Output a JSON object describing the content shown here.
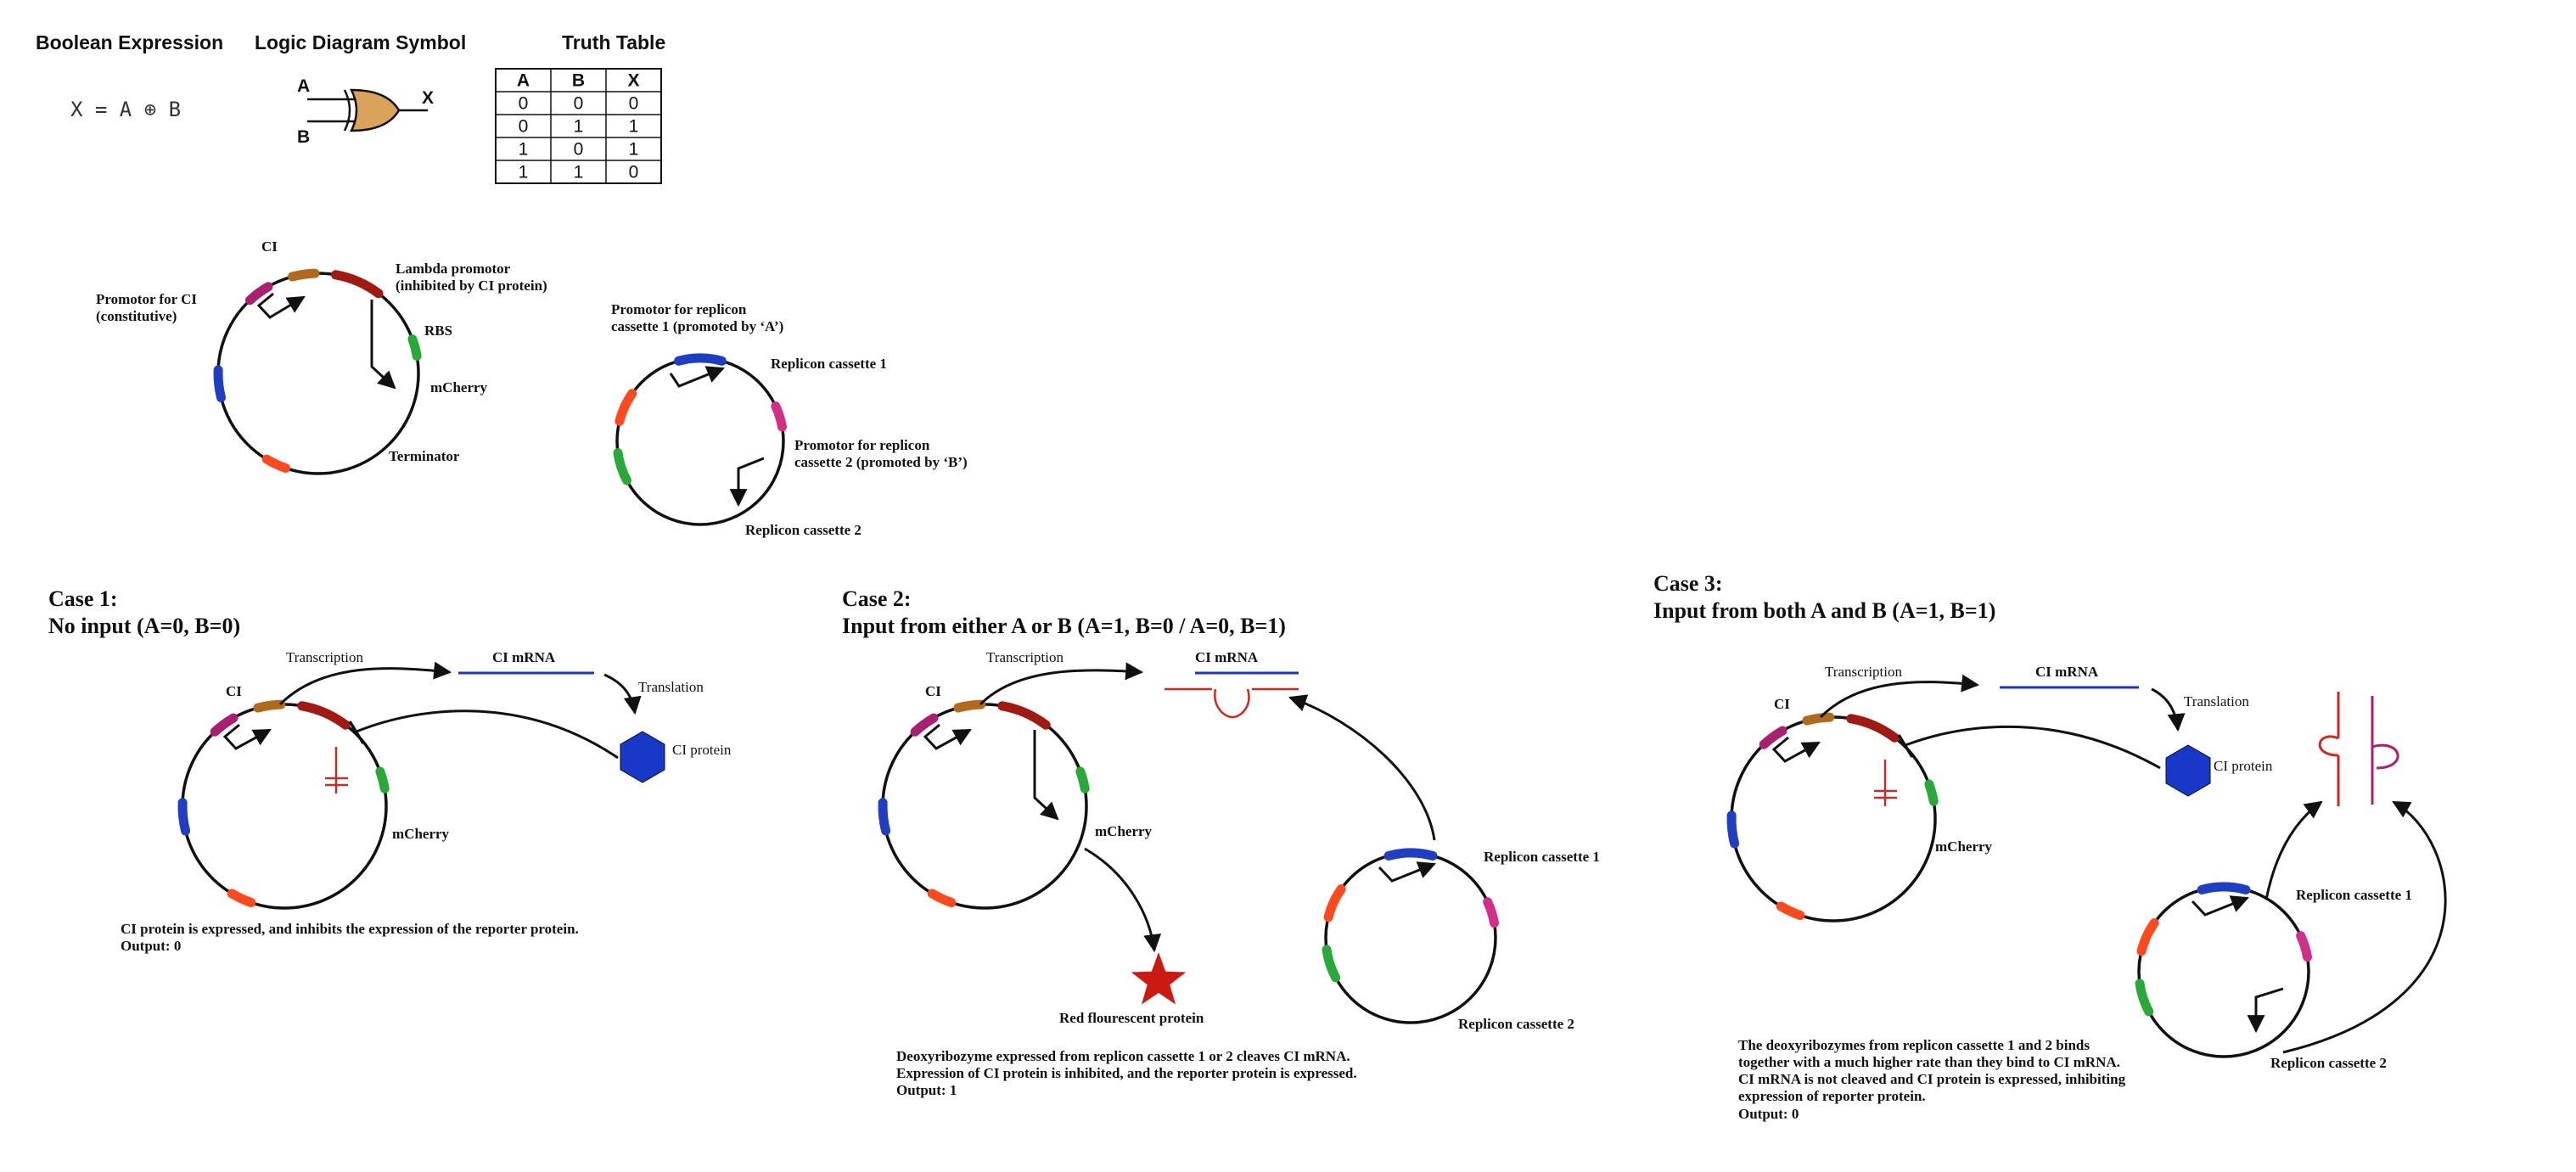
{
  "top": {
    "boolean_title": "Boolean Expression",
    "expression": "X = A ⊕ B",
    "symbol_title": "Logic Diagram Symbol",
    "gate_input_a": "A",
    "gate_input_b": "B",
    "gate_output": "X",
    "truth_title": "Truth Table",
    "truth_headers": [
      "A",
      "B",
      "X"
    ],
    "truth_rows": [
      [
        "0",
        "0",
        "0"
      ],
      [
        "0",
        "1",
        "1"
      ],
      [
        "1",
        "0",
        "1"
      ],
      [
        "1",
        "1",
        "0"
      ]
    ]
  },
  "plasmid1": {
    "ci": "CI",
    "promotor_ci_1": "Promotor for CI",
    "promotor_ci_2": "(constitutive)",
    "lambda_1": "Lambda promotor",
    "lambda_2": "(inhibited by CI protein)",
    "rbs": "RBS",
    "mcherry": "mCherry",
    "terminator": "Terminator"
  },
  "plasmid2": {
    "prom1_1": "Promotor for replicon",
    "prom1_2": "cassette 1 (promoted by ‘A’)",
    "rep1": "Replicon cassette 1",
    "prom2_1": "Promotor for replicon",
    "prom2_2": "cassette 2 (promoted by ‘B’)",
    "rep2": "Replicon cassette 2"
  },
  "case1": {
    "title": "Case 1:",
    "subtitle": "No input (A=0, B=0)",
    "transcription": "Transcription",
    "mrna": "CI mRNA",
    "translation": "Translation",
    "ci": "CI",
    "protein": "CI protein",
    "mcherry": "mCherry",
    "note_1": "CI protein is expressed, and inhibits the expression of the reporter protein.",
    "note_2": "Output: 0"
  },
  "case2": {
    "title": "Case 2:",
    "subtitle": "Input from either A or B (A=1, B=0 / A=0, B=1)",
    "transcription": "Transcription",
    "mrna": "CI mRNA",
    "ci": "CI",
    "mcherry": "mCherry",
    "rfp": "Red flourescent protein",
    "rep1": "Replicon cassette 1",
    "rep2": "Replicon cassette 2",
    "note_1": "Deoxyribozyme expressed from replicon cassette 1 or 2 cleaves CI mRNA.",
    "note_2": "Expression of CI protein is inhibited, and the reporter protein is expressed.",
    "note_3": "Output: 1"
  },
  "case3": {
    "title": "Case 3:",
    "subtitle": "Input from both A and B (A=1, B=1)",
    "transcription": "Transcription",
    "mrna": "CI mRNA",
    "translation": "Translation",
    "ci": "CI",
    "protein": "CI protein",
    "mcherry": "mCherry",
    "rep1": "Replicon cassette 1",
    "rep2": "Replicon cassette 2",
    "note_1": "The deoxyribozymes from replicon cassette 1 and 2 binds",
    "note_2": "together with a much higher rate than they bind to CI mRNA.",
    "note_3": "CI mRNA is not cleaved and CI protein is expressed, inhibiting",
    "note_4": "expression of reporter protein.",
    "note_5": "Output: 0"
  },
  "colors": {
    "orange_red": "#ff4a1f",
    "blue": "#1f3ec2",
    "magenta": "#a8206e",
    "brown": "#b06a1e",
    "dark_red": "#a01912",
    "green": "#2aa83a",
    "pink": "#d0308a",
    "mrna_blue": "#1f34b8",
    "deoxy_red": "#cc2a20",
    "gate_fill": "#d9a35c",
    "hexagon": "#1838c8",
    "star": "#cc1a12"
  }
}
